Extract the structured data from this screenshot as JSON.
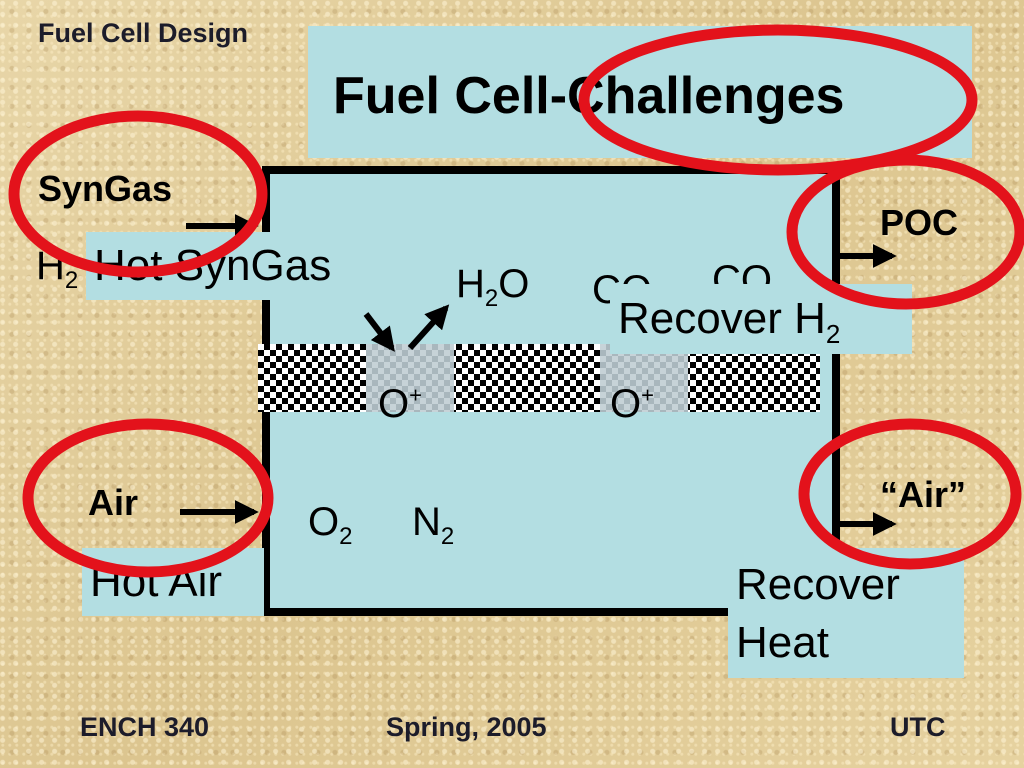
{
  "header": {
    "course_title": "Fuel Cell Design"
  },
  "slide": {
    "title": "Fuel Cell-Challenges"
  },
  "inputs": {
    "syngas_label": "SynGas",
    "syngas_h2": "H",
    "syngas_h2_sub": "2",
    "air_label": "Air"
  },
  "outputs": {
    "poc_label": "POC",
    "air_out_label": "“Air”"
  },
  "cell": {
    "h2o": "H",
    "h2o_sub": "2",
    "h2o_tail": "O",
    "co_partial_1": "CO",
    "co_partial_2": "CO",
    "o_ion": "O",
    "o_ion_charge": "+",
    "o2": "O",
    "o2_sub": "2",
    "n2": "N",
    "n2_sub": "2",
    "electron_mark": "–"
  },
  "callouts": {
    "hot_syngas": "Hot SynGas",
    "recover_h2": "Recover H",
    "recover_h2_sub": "2",
    "hot_air": "Hot Air",
    "recover_heat_1": "Recover",
    "recover_heat_2": "Heat"
  },
  "footer": {
    "course": "ENCH 340",
    "term": "Spring, 2005",
    "school": "UTC"
  },
  "colors": {
    "background": "#e3cf9f",
    "box_fill": "#b3dee2",
    "highlight_circle": "#e3121b"
  }
}
